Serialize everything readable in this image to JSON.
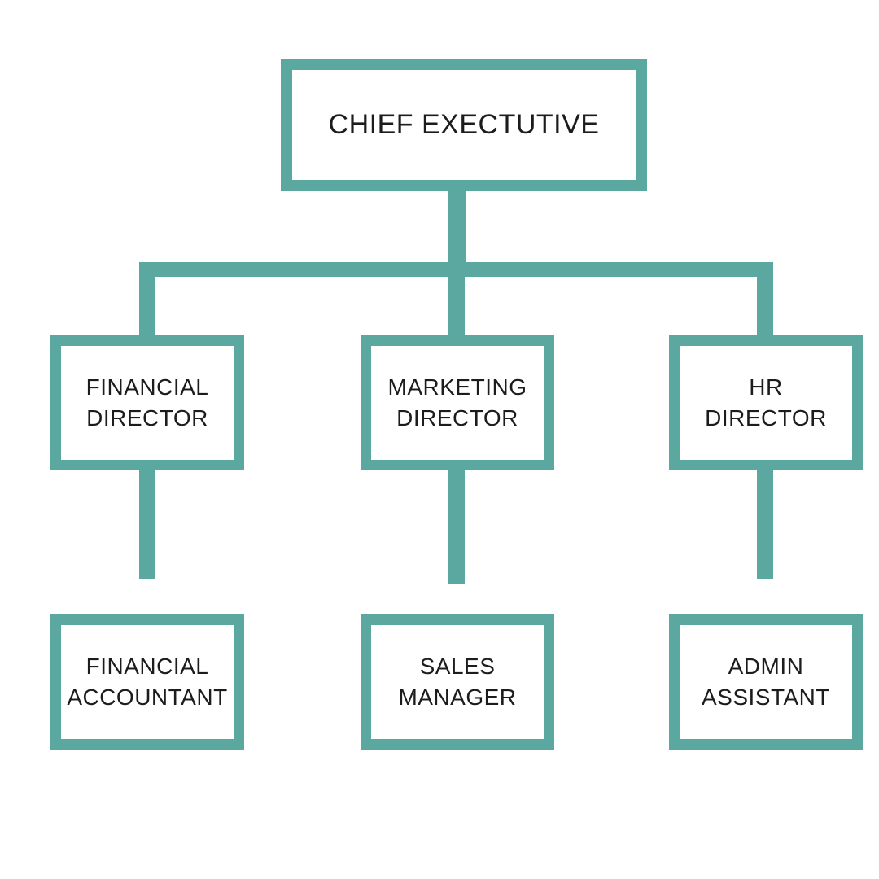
{
  "diagram": {
    "type": "org-chart",
    "accent_color": "#5ba8a1",
    "background_color": "#ffffff",
    "text_color": "#1c1c1c",
    "nodes": [
      {
        "id": "chief-executive",
        "level": 1,
        "label": "CHIEF EXECTUTIVE"
      },
      {
        "id": "financial-director",
        "level": 2,
        "label": "FINANCIAL\nDIRECTOR"
      },
      {
        "id": "marketing-director",
        "level": 2,
        "label": "MARKETING\nDIRECTOR"
      },
      {
        "id": "hr-director",
        "level": 2,
        "label": "HR\nDIRECTOR"
      },
      {
        "id": "financial-accountant",
        "level": 3,
        "label": "FINANCIAL\nACCOUNTANT"
      },
      {
        "id": "sales-manager",
        "level": 3,
        "label": "SALES\nMANAGER"
      },
      {
        "id": "admin-assistant",
        "level": 3,
        "label": "ADMIN\nASSISTANT"
      }
    ],
    "edges": [
      {
        "from": "chief-executive",
        "to": "financial-director"
      },
      {
        "from": "chief-executive",
        "to": "marketing-director"
      },
      {
        "from": "chief-executive",
        "to": "hr-director"
      },
      {
        "from": "financial-director",
        "to": "financial-accountant"
      },
      {
        "from": "marketing-director",
        "to": "sales-manager"
      },
      {
        "from": "hr-director",
        "to": "admin-assistant"
      }
    ]
  }
}
